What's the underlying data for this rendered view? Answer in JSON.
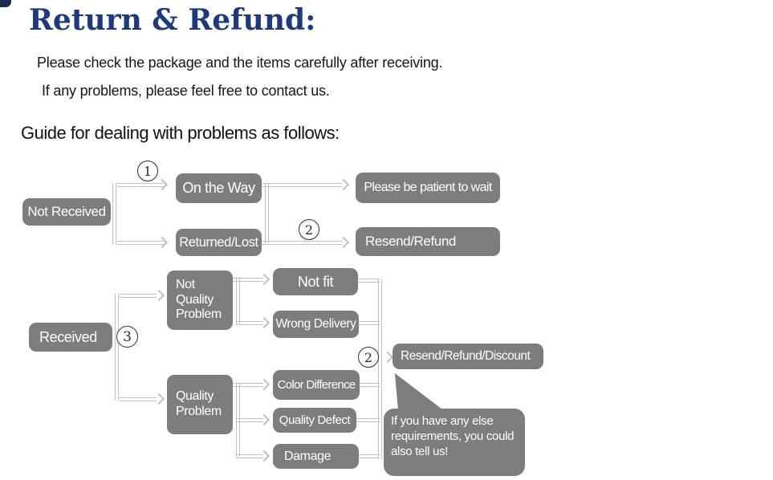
{
  "header": {
    "title": "Return & Refund:",
    "intro": [
      "Please check the package and the items carefully after receiving.",
      "If any problems, please feel free to contact us."
    ],
    "guide_heading": "Guide for dealing with problems as follows:"
  },
  "colors": {
    "title": "#1e3a7a",
    "node": "#7d7d7d",
    "node_text": "#ffffff",
    "line": "#c0c0c0",
    "marker": "#2b2b2b",
    "text": "#161616"
  },
  "flow": {
    "markers": {
      "step1": "1",
      "step2_top": "2",
      "step3": "3",
      "step2_bottom": "2"
    },
    "nodes": {
      "not_received": "Not Received",
      "on_the_way": "On the Way",
      "returned_lost": "Returned/Lost",
      "please_wait": "Please be patient to wait",
      "resend_refund": "Resend/Refund",
      "received": "Received",
      "not_quality_problem": "Not\nQuality\nProblem",
      "not_fit": "Not fit",
      "wrong_delivery": "Wrong Delivery",
      "quality_problem": "Quality\nProblem",
      "color_difference": "Color Difference",
      "quality_defect": "Quality Defect",
      "damage": "Damage",
      "resend_refund_discount": "Resend/Refund/Discount"
    },
    "bubble": "If you have any else\nrequirements, you could\nalso tell us!"
  }
}
